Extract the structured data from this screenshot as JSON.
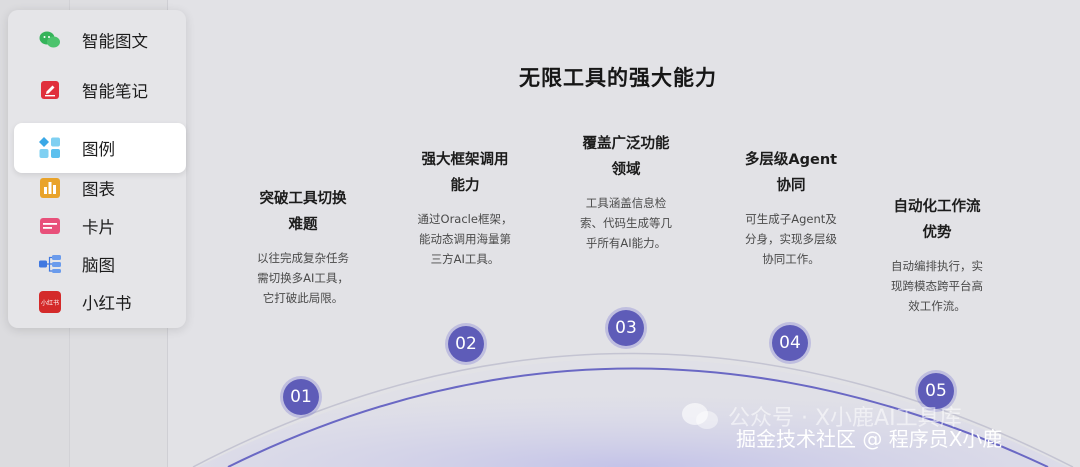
{
  "menu": {
    "items": [
      {
        "label": "智能图文",
        "icon": "wechat-icon",
        "color": "#35b35a"
      },
      {
        "label": "智能笔记",
        "icon": "note-edit-icon",
        "color": "#e0303c"
      },
      {
        "label": "图例",
        "icon": "legend-grid-icon",
        "color": "#4fb8ea",
        "active": true
      },
      {
        "label": "图表",
        "icon": "bar-chart-icon",
        "color": "#e9a32a"
      },
      {
        "label": "卡片",
        "icon": "card-icon",
        "color": "#e8507a"
      },
      {
        "label": "脑图",
        "icon": "mindmap-icon",
        "color": "#3f78e0"
      },
      {
        "label": "小红书",
        "icon": "xiaohongshu-icon",
        "color": "#d42a2a",
        "icon_text": "小红书"
      }
    ]
  },
  "slide": {
    "title": "无限工具的强大能力",
    "features": [
      {
        "number": "01",
        "title_lines": [
          "突破工具切换",
          "难题"
        ],
        "desc_lines": [
          "以往完成复杂任务",
          "需切换多AI工具，",
          "它打破此局限。"
        ]
      },
      {
        "number": "02",
        "title_lines": [
          "强大框架调用",
          "能力"
        ],
        "desc_lines": [
          "通过Oracle框架，",
          "能动态调用海量第",
          "三方AI工具。"
        ]
      },
      {
        "number": "03",
        "title_lines": [
          "覆盖广泛功能",
          "领域"
        ],
        "desc_lines": [
          "工具涵盖信息检",
          "索、代码生成等几",
          "乎所有AI能力。"
        ]
      },
      {
        "number": "04",
        "title_lines": [
          "多层级Agent",
          "协同"
        ],
        "desc_lines": [
          "可生成子Agent及",
          "分身，实现多层级",
          "协同工作。"
        ]
      },
      {
        "number": "05",
        "title_lines": [
          "自动化工作流",
          "优势"
        ],
        "desc_lines": [
          "自动编排执行，实",
          "现跨模态跨平台高",
          "效工作流。"
        ]
      }
    ]
  },
  "watermark": {
    "line1": "公众号 · X小鹿AI工具库",
    "line2": "掘金技术社区 @ 程序员X小鹿"
  },
  "colors": {
    "accent": "#5e5cb8",
    "arc": "#6a68c4"
  }
}
